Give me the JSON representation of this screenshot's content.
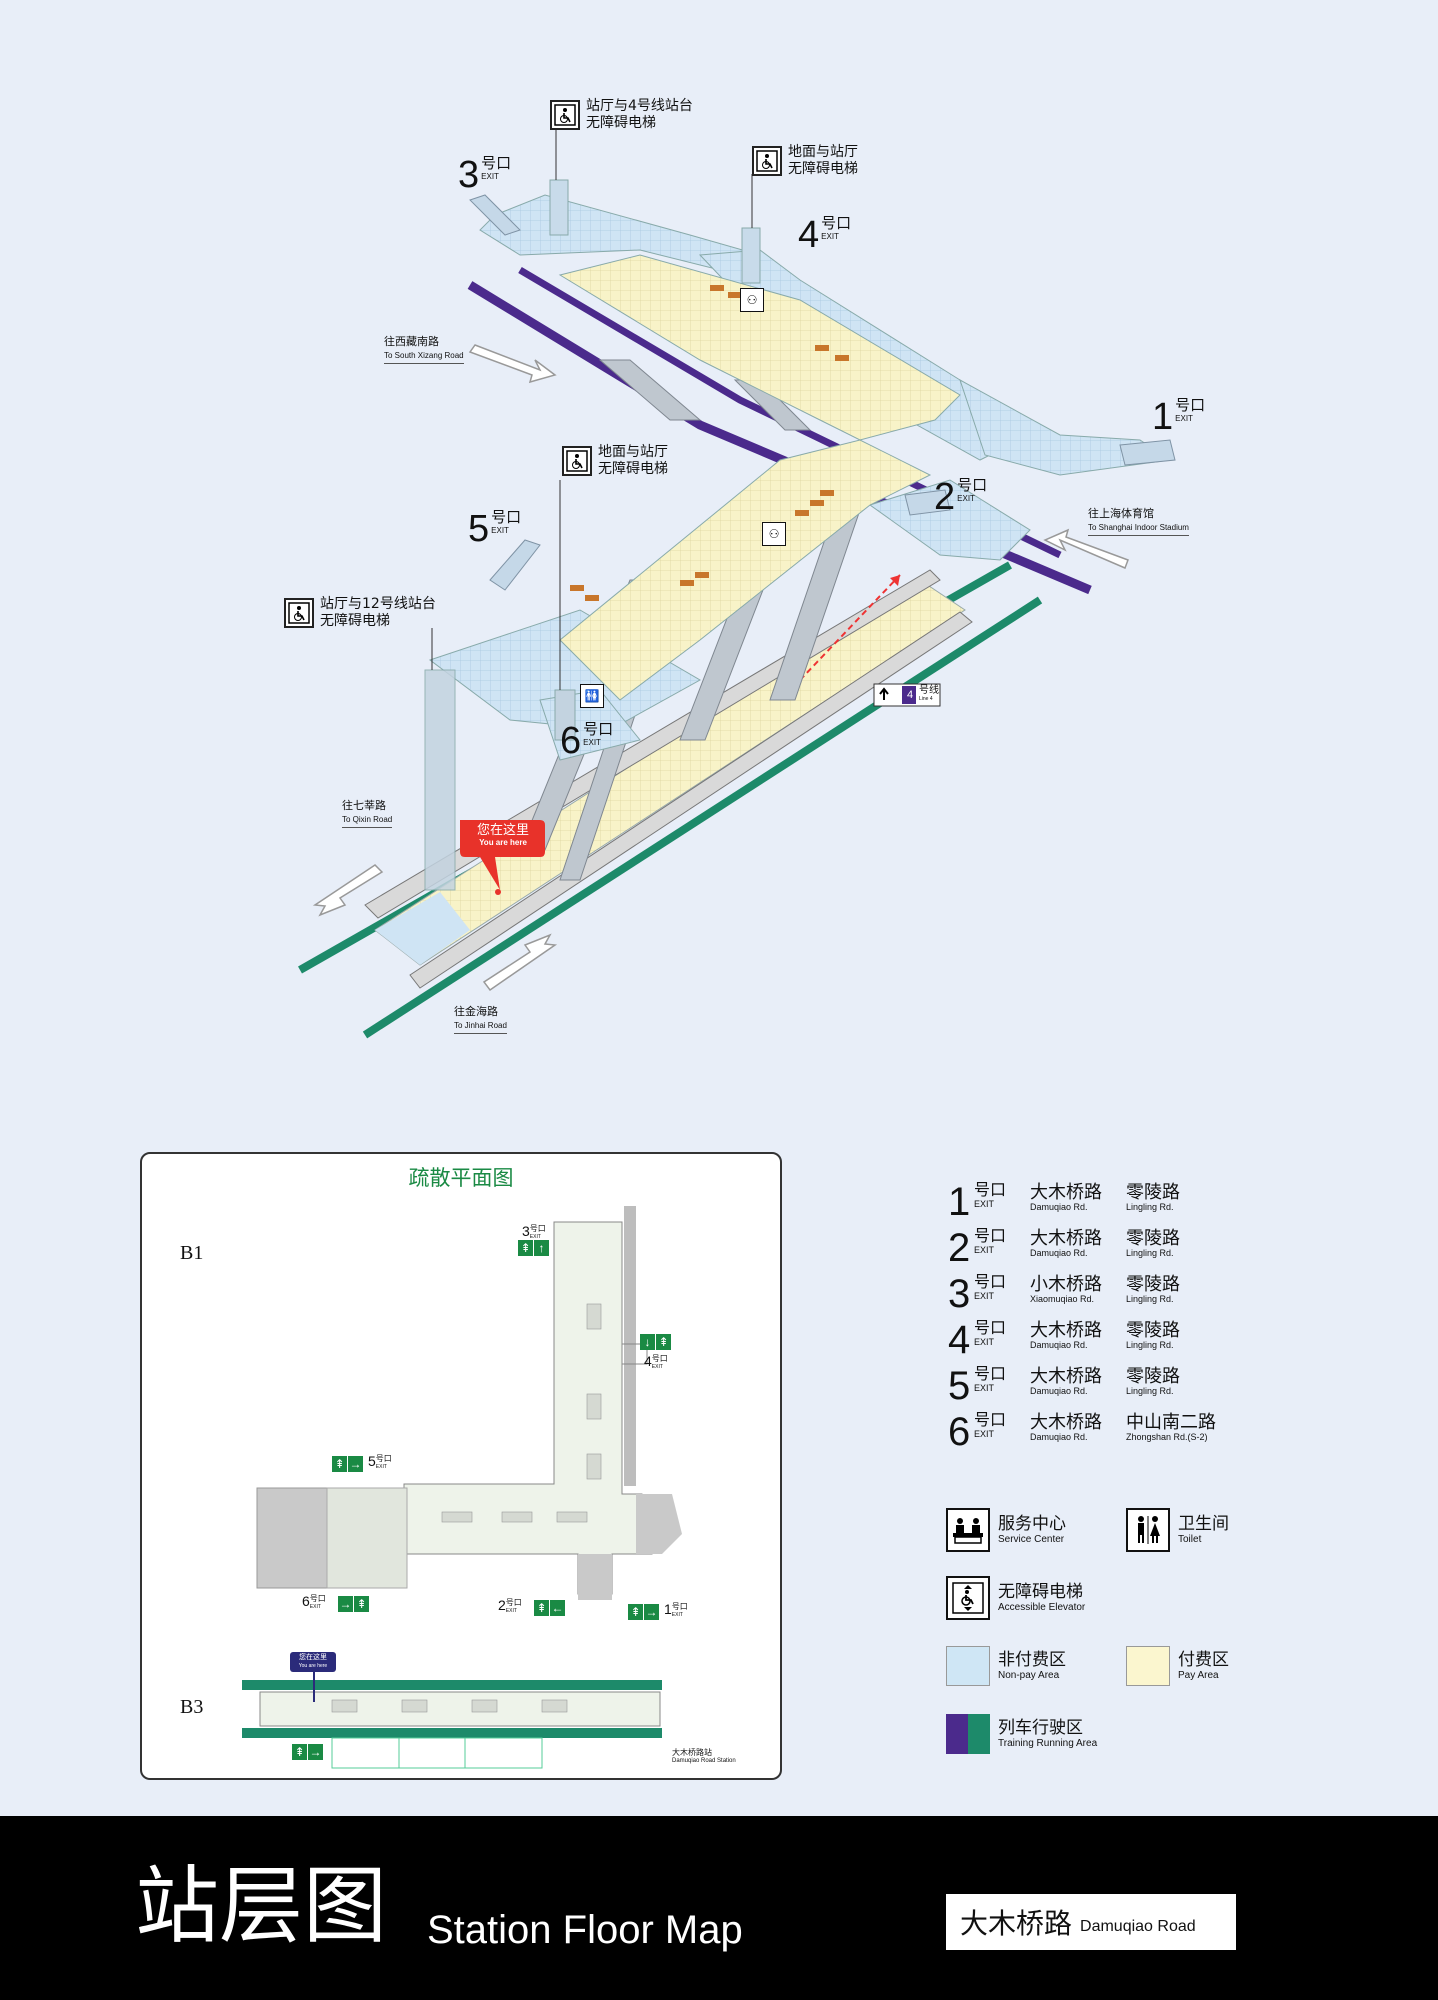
{
  "map": {
    "callouts": {
      "c1": {
        "line1": "站厅与4号线站台",
        "line2": "无障碍电梯"
      },
      "c2": {
        "line1": "地面与站厅",
        "line2": "无障碍电梯"
      },
      "c3": {
        "line1": "地面与站厅",
        "line2": "无障碍电梯"
      },
      "c4": {
        "line1": "站厅与12号线站台",
        "line2": "无障碍电梯"
      }
    },
    "exits": {
      "e1": {
        "num": "1",
        "cn": "号口",
        "en": "EXIT"
      },
      "e2": {
        "num": "2",
        "cn": "号口",
        "en": "EXIT"
      },
      "e3": {
        "num": "3",
        "cn": "号口",
        "en": "EXIT"
      },
      "e4": {
        "num": "4",
        "cn": "号口",
        "en": "EXIT"
      },
      "e5": {
        "num": "5",
        "cn": "号口",
        "en": "EXIT"
      },
      "e6": {
        "num": "6",
        "cn": "号口",
        "en": "EXIT"
      }
    },
    "directions": {
      "xizang": {
        "cn": "往西藏南路",
        "en": "To South Xizang Road"
      },
      "stadium": {
        "cn": "往上海体育馆",
        "en": "To Shanghai Indoor Stadium"
      },
      "qixin": {
        "cn": "往七莘路",
        "en": "To Qixin Road"
      },
      "jinhai": {
        "cn": "往金海路",
        "en": "To Jinhai Road"
      }
    },
    "you_are_here": {
      "cn": "您在这里",
      "en": "You are here"
    },
    "line4_sign": {
      "num": "4",
      "cn": "号线",
      "en": "Line 4"
    }
  },
  "legend": {
    "exits": [
      {
        "num": "1",
        "cn": "号口",
        "en": "EXIT",
        "road1": "大木桥路",
        "road1_en": "Damuqiao Rd.",
        "road2": "零陵路",
        "road2_en": "Lingling Rd."
      },
      {
        "num": "2",
        "cn": "号口",
        "en": "EXIT",
        "road1": "大木桥路",
        "road1_en": "Damuqiao Rd.",
        "road2": "零陵路",
        "road2_en": "Lingling Rd."
      },
      {
        "num": "3",
        "cn": "号口",
        "en": "EXIT",
        "road1": "小木桥路",
        "road1_en": "Xiaomuqiao Rd.",
        "road2": "零陵路",
        "road2_en": "Lingling Rd."
      },
      {
        "num": "4",
        "cn": "号口",
        "en": "EXIT",
        "road1": "大木桥路",
        "road1_en": "Damuqiao Rd.",
        "road2": "零陵路",
        "road2_en": "Lingling Rd."
      },
      {
        "num": "5",
        "cn": "号口",
        "en": "EXIT",
        "road1": "大木桥路",
        "road1_en": "Damuqiao Rd.",
        "road2": "零陵路",
        "road2_en": "Lingling Rd."
      },
      {
        "num": "6",
        "cn": "号口",
        "en": "EXIT",
        "road1": "大木桥路",
        "road1_en": "Damuqiao Rd.",
        "road2": "中山南二路",
        "road2_en": "Zhongshan Rd.(S-2)"
      }
    ],
    "service": {
      "cn": "服务中心",
      "en": "Service Center"
    },
    "toilet": {
      "cn": "卫生间",
      "en": "Toilet"
    },
    "elevator": {
      "cn": "无障碍电梯",
      "en": "Accessible Elevator"
    },
    "nonpay": {
      "cn": "非付费区",
      "en": "Non-pay Area",
      "color": "#cfe6f5"
    },
    "pay": {
      "cn": "付费区",
      "en": "Pay Area",
      "color": "#fbf6cf"
    },
    "running": {
      "cn": "列车行驶区",
      "en": "Training Running Area",
      "color1": "#4b2a8c",
      "color2": "#1d8a6a"
    }
  },
  "inset": {
    "title": "疏散平面图",
    "b1": "B1",
    "b3": "B3",
    "you_are_here_cn": "您在这里",
    "you_are_here_en": "You are here",
    "station_cn": "大木桥路站",
    "station_en": "Damuqiao Road Station",
    "exits": {
      "e1": {
        "num": "1",
        "cn": "号口",
        "en": "EXIT"
      },
      "e2": {
        "num": "2",
        "cn": "号口",
        "en": "EXIT"
      },
      "e3": {
        "num": "3",
        "cn": "号口",
        "en": "EXIT"
      },
      "e4": {
        "num": "4",
        "cn": "号口",
        "en": "EXIT"
      },
      "e5": {
        "num": "5",
        "cn": "号口",
        "en": "EXIT"
      },
      "e6": {
        "num": "6",
        "cn": "号口",
        "en": "EXIT"
      }
    }
  },
  "footer": {
    "title_cn": "站层图",
    "title_en": "Station Floor Map",
    "station_cn": "大木桥路",
    "station_en": "Damuqiao Road"
  }
}
